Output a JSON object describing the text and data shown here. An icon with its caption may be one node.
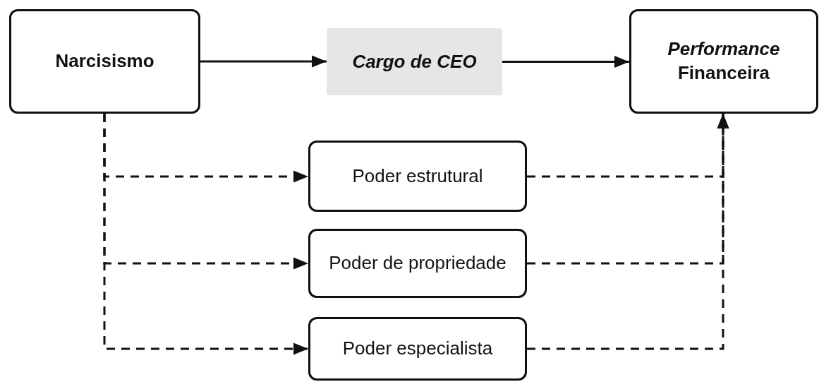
{
  "diagram": {
    "nodes": [
      {
        "text": [
          "Narcisismo"
        ]
      },
      {
        "text": [
          "Cargo de CEO"
        ]
      },
      {
        "text": [
          "*Performance* Financeira"
        ]
      },
      {
        "text": [
          "Poder estrutural"
        ]
      },
      {
        "text": [
          "Poder de propriedade"
        ]
      },
      {
        "text": [
          "Poder especialista"
        ]
      }
    ],
    "edges": [
      {
        "from": 0,
        "to": 1,
        "arrow": "to"
      },
      {
        "from": 1,
        "to": 2,
        "arrow": "to"
      },
      {
        "from": 0,
        "to": 3,
        "arrow": "to",
        "style": "dashed"
      },
      {
        "from": 0,
        "to": 4,
        "arrow": "to",
        "style": "dashed"
      },
      {
        "from": 0,
        "to": 5,
        "arrow": "to",
        "style": "dashed"
      },
      {
        "from": 3,
        "to": 2,
        "arrow": "to",
        "style": "dashed"
      },
      {
        "from": 4,
        "to": 2,
        "arrow": "to",
        "style": "dashed"
      },
      {
        "from": 5,
        "to": 2,
        "arrow": "to",
        "style": "dashed"
      }
    ]
  }
}
